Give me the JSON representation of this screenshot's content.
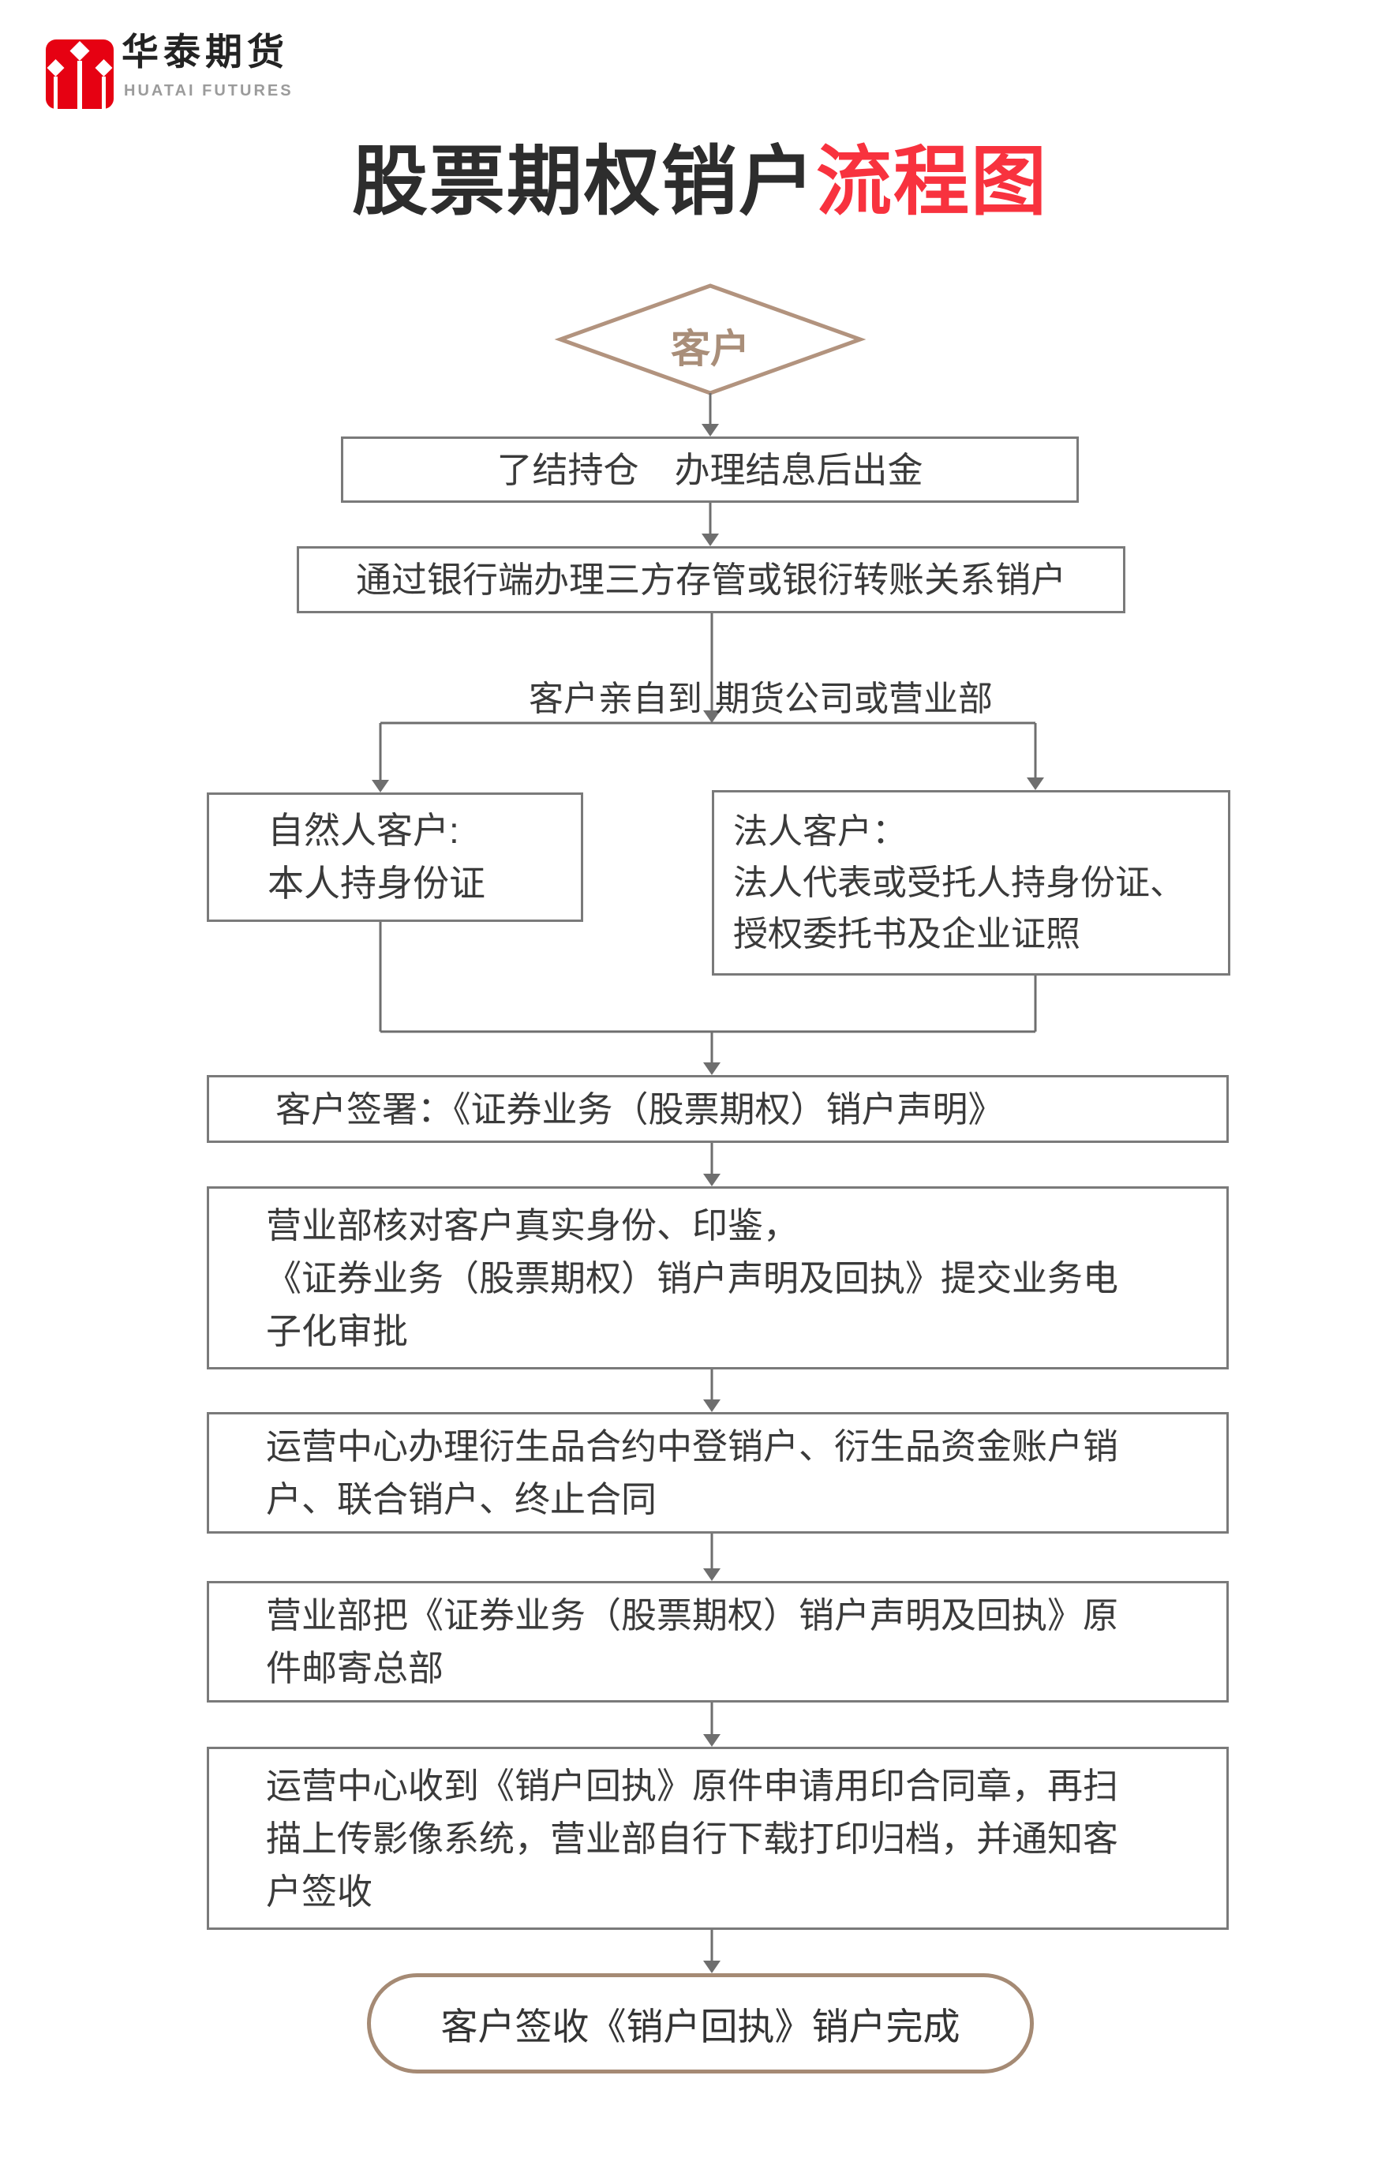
{
  "brand": {
    "logo_text": "华泰期货",
    "logo_subtext": "HUATAI FUTURES",
    "logo_color": "#e60112"
  },
  "title": {
    "black_part": "股票期权销户",
    "red_part": "流程图",
    "red_color": "#f8323e"
  },
  "flow": {
    "start_diamond": "客户",
    "branch_label": {
      "left": "客户亲自到",
      "right": "期货公司或营业部"
    },
    "steps": {
      "settle": "了结持仓　办理结息后出金",
      "bank": "通过银行端办理三方存管或银衍转账关系销户",
      "natural_person": "自然人客户:\n本人持身份证",
      "legal_person": "法人客户：\n法人代表或受托人持身份证、\n授权委托书及企业证照",
      "sign": "客户签署：《证券业务（股票期权）销户声明》",
      "verify": "营业部核对客户真实身份、印鉴，\n《证券业务（股票期权）销户声明及回执》提交业务电\n子化审批",
      "operations_cancel": "运营中心办理衍生品合约中登销户、衍生品资金账户销\n户、联合销户、终止合同",
      "mail": "营业部把《证券业务（股票期权）销户声明及回执》原\n件邮寄总部",
      "receipt": "运营中心收到《销户回执》原件申请用印合同章，再扫\n描上传影像系统，营业部自行下载打印归档，并通知客\n户签收",
      "done": "客户签收《销户回执》销户完成"
    },
    "colors": {
      "accent_brown": "#b2937e",
      "line_gray": "#6e6e6e",
      "box_border": "#7a7a7a",
      "text": "#3a3a3a"
    }
  }
}
